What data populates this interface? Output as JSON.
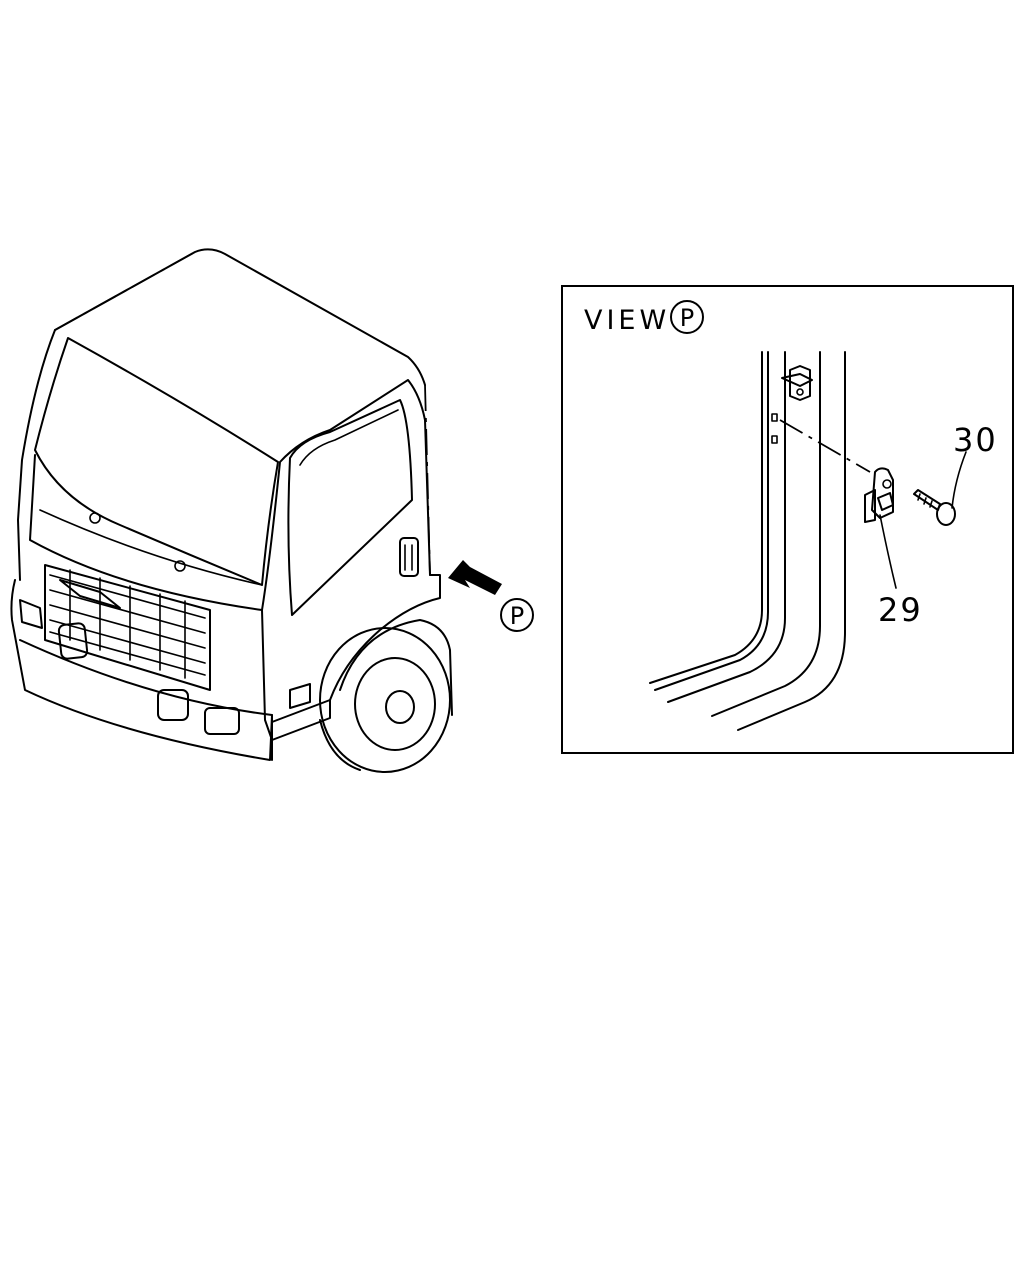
{
  "view": {
    "word": "VIEW",
    "letter": "P"
  },
  "callout": {
    "letter": "P"
  },
  "parts": {
    "door_bumper": "29",
    "screw": "30"
  }
}
